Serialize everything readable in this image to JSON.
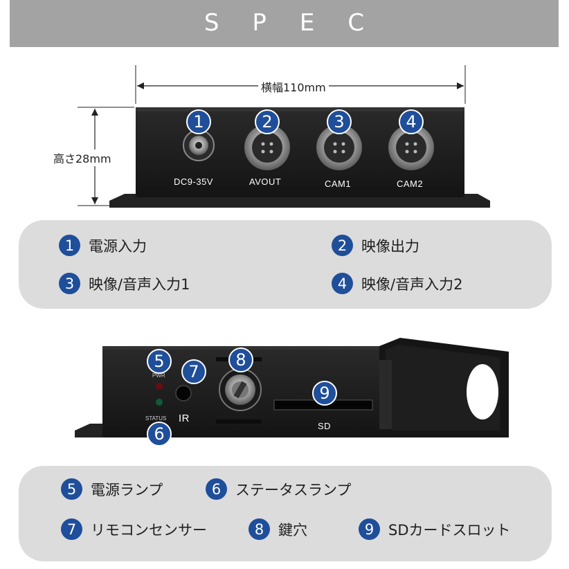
{
  "header": {
    "title": "SPEC"
  },
  "dimensions": {
    "width": "横幅110mm",
    "height": "高さ28mm"
  },
  "front_panel": {
    "ports": [
      {
        "number": "1",
        "label": "DC9-35V"
      },
      {
        "number": "2",
        "label": "AVOUT"
      },
      {
        "number": "3",
        "label": "CAM1"
      },
      {
        "number": "4",
        "label": "CAM2"
      }
    ]
  },
  "legend_top": [
    {
      "number": "1",
      "text": "電源入力"
    },
    {
      "number": "2",
      "text": "映像出力"
    },
    {
      "number": "3",
      "text": "映像/音声入力1"
    },
    {
      "number": "4",
      "text": "映像/音声入力2"
    }
  ],
  "back_panel": {
    "pwr_label": "PWR",
    "status_label": "STATUS",
    "ir_label": "IR",
    "sd_label": "SD",
    "markers": [
      "5",
      "6",
      "7",
      "8",
      "9"
    ]
  },
  "legend_bottom": [
    {
      "number": "5",
      "text": "電源ランプ"
    },
    {
      "number": "6",
      "text": "ステータスランプ"
    },
    {
      "number": "7",
      "text": "リモコンセンサー"
    },
    {
      "number": "8",
      "text": "鍵穴"
    },
    {
      "number": "9",
      "text": "SDカードスロット"
    }
  ],
  "colors": {
    "badge": "#1f4e9a",
    "header_bar": "#a3a3a3",
    "legend_bg": "#dcdcdc",
    "device": "#1b1b1b"
  }
}
